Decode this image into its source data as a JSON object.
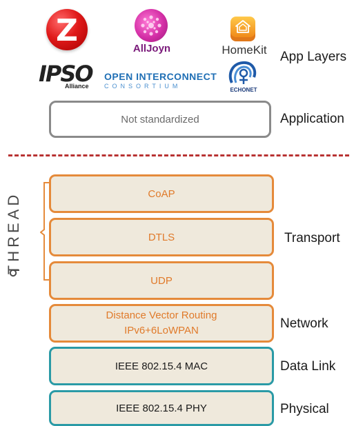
{
  "logos": {
    "zwave_letter": "Z",
    "alljoyn": "AllJoyn",
    "homekit": "HomeKit",
    "ipso_main": "IPSO",
    "ipso_sub": "Alliance",
    "oic_line1": "OPEN INTERCONNECT",
    "oic_line2": "CONSORTIUM",
    "echonet": "ECHONET"
  },
  "labels": {
    "app_layers": "App Layers",
    "application": "Application",
    "transport": "Transport",
    "network": "Network",
    "data_link": "Data Link",
    "physical": "Physical"
  },
  "boxes": {
    "application": "Not standardized",
    "coap": "CoAP",
    "dtls": "DTLS",
    "udp": "UDP",
    "network_line1": "Distance Vector Routing",
    "network_line2": "IPv6+6LoWPAN",
    "mac": "IEEE 802.15.4 MAC",
    "phy": "IEEE 802.15.4 PHY"
  },
  "thread_label": "THREAD",
  "colors": {
    "gray_border": "#8a8a8a",
    "orange_border": "#e58a3a",
    "teal_border": "#2a9aa6",
    "box_fill": "#efe9dc",
    "divider": "#b83232"
  }
}
